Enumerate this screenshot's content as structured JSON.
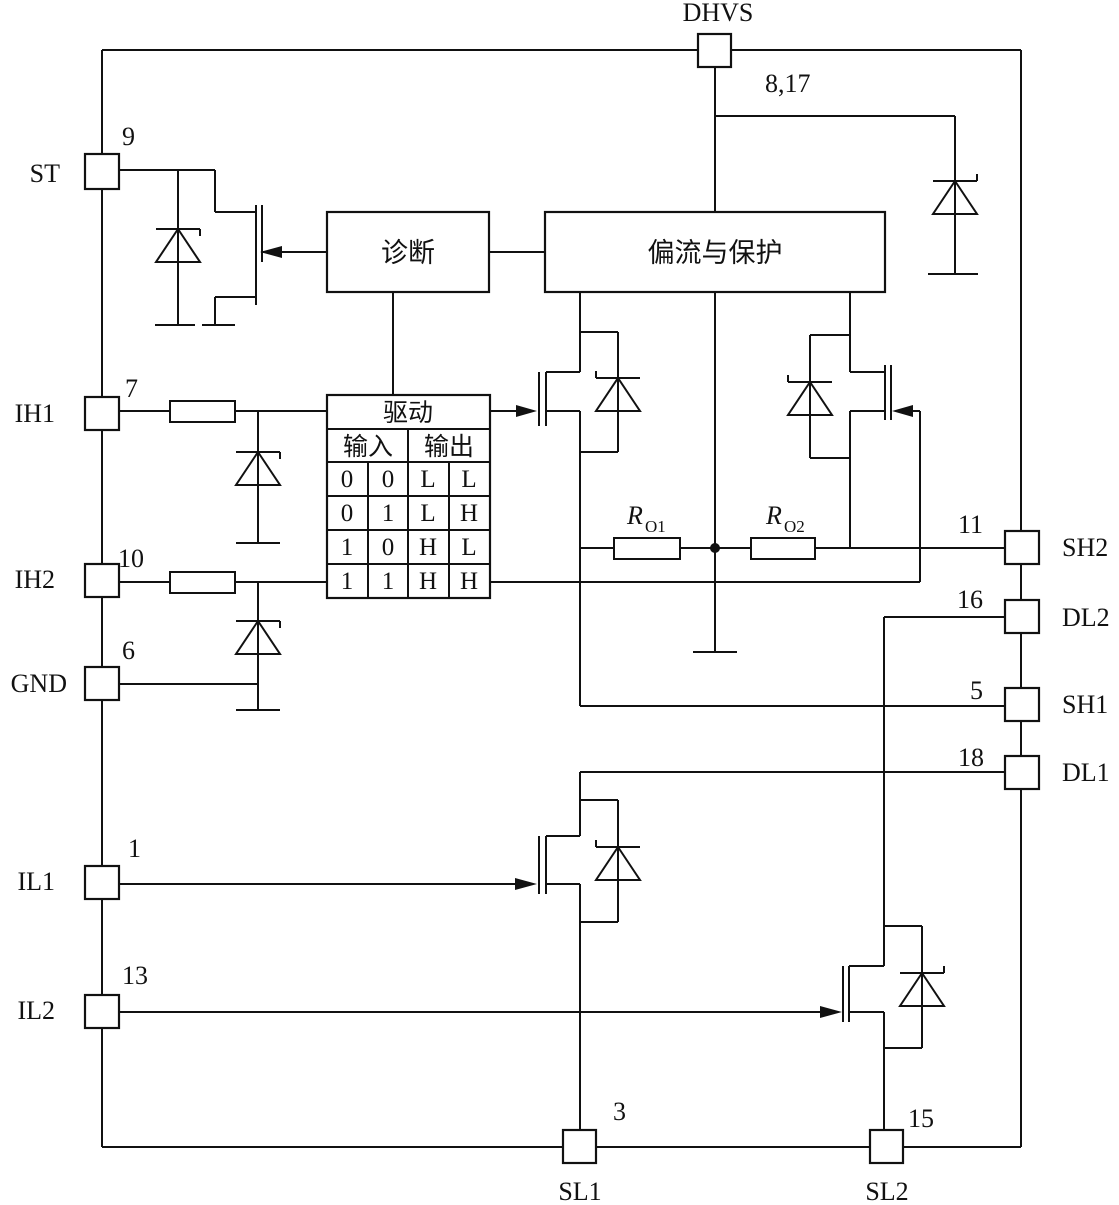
{
  "pins": {
    "DHVS": {
      "label": "DHVS",
      "number": "8,17"
    },
    "ST": {
      "label": "ST",
      "number": "9"
    },
    "IH1": {
      "label": "IH1",
      "number": "7"
    },
    "IH2": {
      "label": "IH2",
      "number": "10"
    },
    "GND": {
      "label": "GND",
      "number": "6"
    },
    "IL1": {
      "label": "IL1",
      "number": "1"
    },
    "IL2": {
      "label": "IL2",
      "number": "13"
    },
    "SL1": {
      "label": "SL1",
      "number": "3"
    },
    "SL2": {
      "label": "SL2",
      "number": "15"
    },
    "SH2": {
      "label": "SH2",
      "number": "11"
    },
    "DL2": {
      "label": "DL2",
      "number": "16"
    },
    "SH1": {
      "label": "SH1",
      "number": "5"
    },
    "DL1": {
      "label": "DL1",
      "number": "18"
    }
  },
  "blocks": {
    "diagnosis": "诊断",
    "bias_protection": "偏流与保护",
    "driver_title": "驱动"
  },
  "truth_table": {
    "headers": [
      "输入",
      "输出"
    ],
    "rows": [
      [
        "0",
        "0",
        "L",
        "L"
      ],
      [
        "0",
        "1",
        "L",
        "H"
      ],
      [
        "1",
        "0",
        "H",
        "L"
      ],
      [
        "1",
        "1",
        "H",
        "H"
      ]
    ]
  },
  "resistors": {
    "ro1": {
      "symbol": "R",
      "subscript": "O1"
    },
    "ro2": {
      "symbol": "R",
      "subscript": "O2"
    }
  }
}
